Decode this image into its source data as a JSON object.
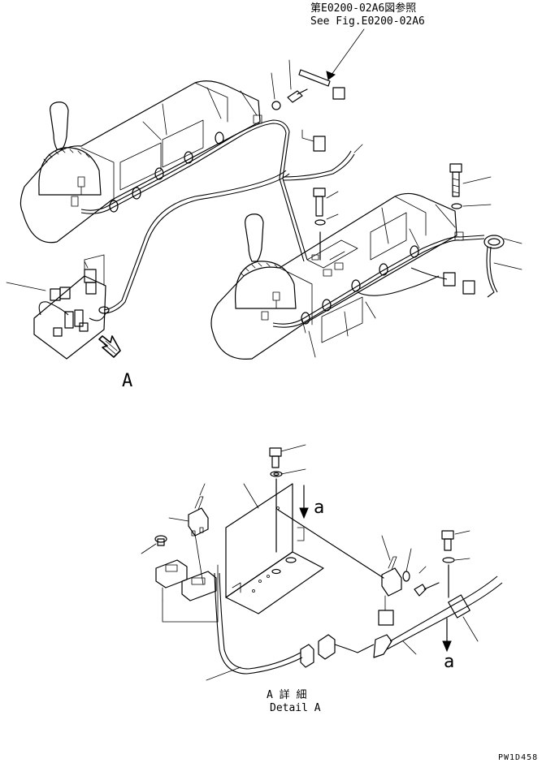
{
  "reference_jp": "第E0200-02A6図参照",
  "reference_en": "See Fig.E0200-02A6",
  "view_label": "A",
  "detail_jp": "A 詳 細",
  "detail_en": "Detail A",
  "section_label_1": "a",
  "section_label_2": "a",
  "drawing_number": "PW1D458"
}
